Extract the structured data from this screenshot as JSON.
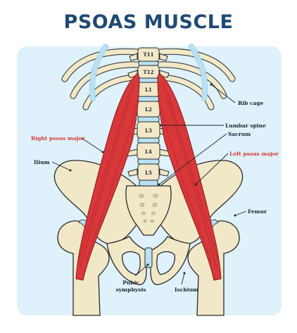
{
  "title": "PSOAS MUSCLE",
  "colors": {
    "background_panel": "#dff1fa",
    "bone_fill": "#f1e8c8",
    "bone_outline": "#2a2a2a",
    "cartilage": "#b9e1f3",
    "muscle": "#d8383a",
    "muscle_dark": "#a81f24",
    "title": "#1f4a73",
    "label_dark": "#1e2430",
    "label_red": "#d43a33"
  },
  "vertebrae": [
    "T11",
    "T12",
    "L1",
    "L2",
    "L3",
    "L4",
    "L5"
  ],
  "labels": {
    "rib_cage": "Rib cage",
    "lumbar_spine": "Lumbar spine",
    "sacrum": "Sacrum",
    "right_psoas_major": "Right psoas major",
    "left_psoas_major": "Left psoas major",
    "ilium": "Ilium",
    "femur": "Femur",
    "pubic_symphysis_line1": "Pubic",
    "pubic_symphysis_line2": "symphysis",
    "ischium": "Ischium"
  }
}
